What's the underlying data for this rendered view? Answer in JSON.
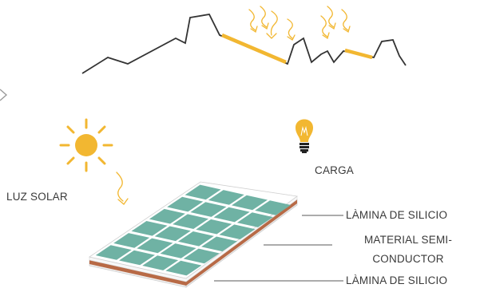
{
  "colors": {
    "ink": "#333333",
    "sun": "#f2b731",
    "bulb": "#f2b731",
    "cell": "#6fb2a4",
    "frame": "#ffffff",
    "copper": "#b86a46",
    "edge": "#cfcfcf"
  },
  "labels": {
    "luz_solar": "LUZ SOLAR",
    "carga": "CARGA",
    "layer_top": "LÀMINA DE SILICIO",
    "layer_mid_line1": "MATERIAL SEMI-",
    "layer_mid_line2": "CONDUCTOR",
    "layer_bottom": "LÀMINA DE SILICIO"
  },
  "icons": {
    "sun": "sun-icon",
    "bulb": "light-bulb-icon",
    "sun_rays": "sun-ray-arrow-icon",
    "roofline": "rooftop-skyline",
    "panel": "solar-panel"
  }
}
